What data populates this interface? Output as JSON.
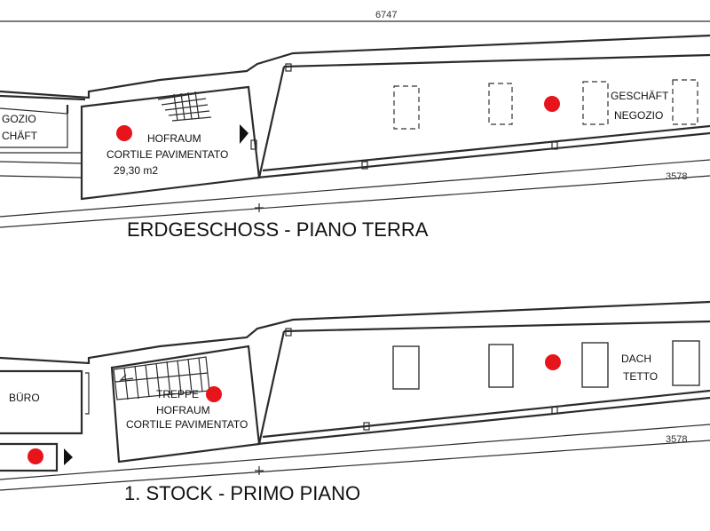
{
  "dimension_top": "6747",
  "ground_floor": {
    "title": "ERDGESCHOSS - PIANO TERRA",
    "elevation": "3578",
    "shop_left": [
      "GOZIO",
      "CHÄFT"
    ],
    "courtyard": [
      "HOFRAUM",
      "CORTILE PAVIMENTATO",
      "29,30 m2"
    ],
    "shop_right": [
      "GESCHÄFT",
      "NEGOZIO"
    ]
  },
  "first_floor": {
    "title": "1. STOCK - PRIMO PIANO",
    "elevation": "3578",
    "office": "BÜRO",
    "stairs": "TREPPE",
    "courtyard": [
      "HOFRAUM",
      "CORTILE PAVIMENTATO"
    ],
    "roof": [
      "DACH",
      "TETTO"
    ]
  },
  "marker_color": "#e8141c"
}
